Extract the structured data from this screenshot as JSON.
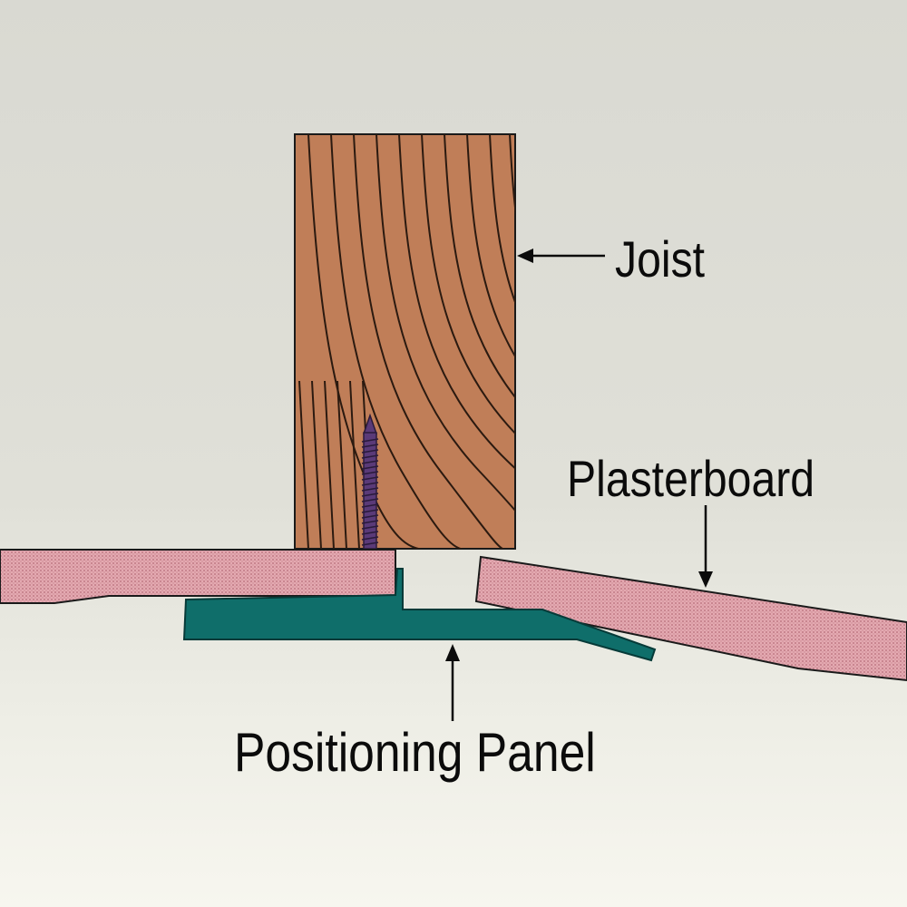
{
  "labels": {
    "joist": "Joist",
    "plasterboard": "Plasterboard",
    "positioning_panel": "Positioning Panel"
  },
  "colors": {
    "wood": "#c07e58",
    "wood_grain": "#2b1a10",
    "plasterboard": "#e2a5ad",
    "plasterboard_dot": "#b8707c",
    "positioning_panel": "#0f6e6a",
    "screw": "#5a3a78",
    "outline": "#1a1a1a"
  }
}
